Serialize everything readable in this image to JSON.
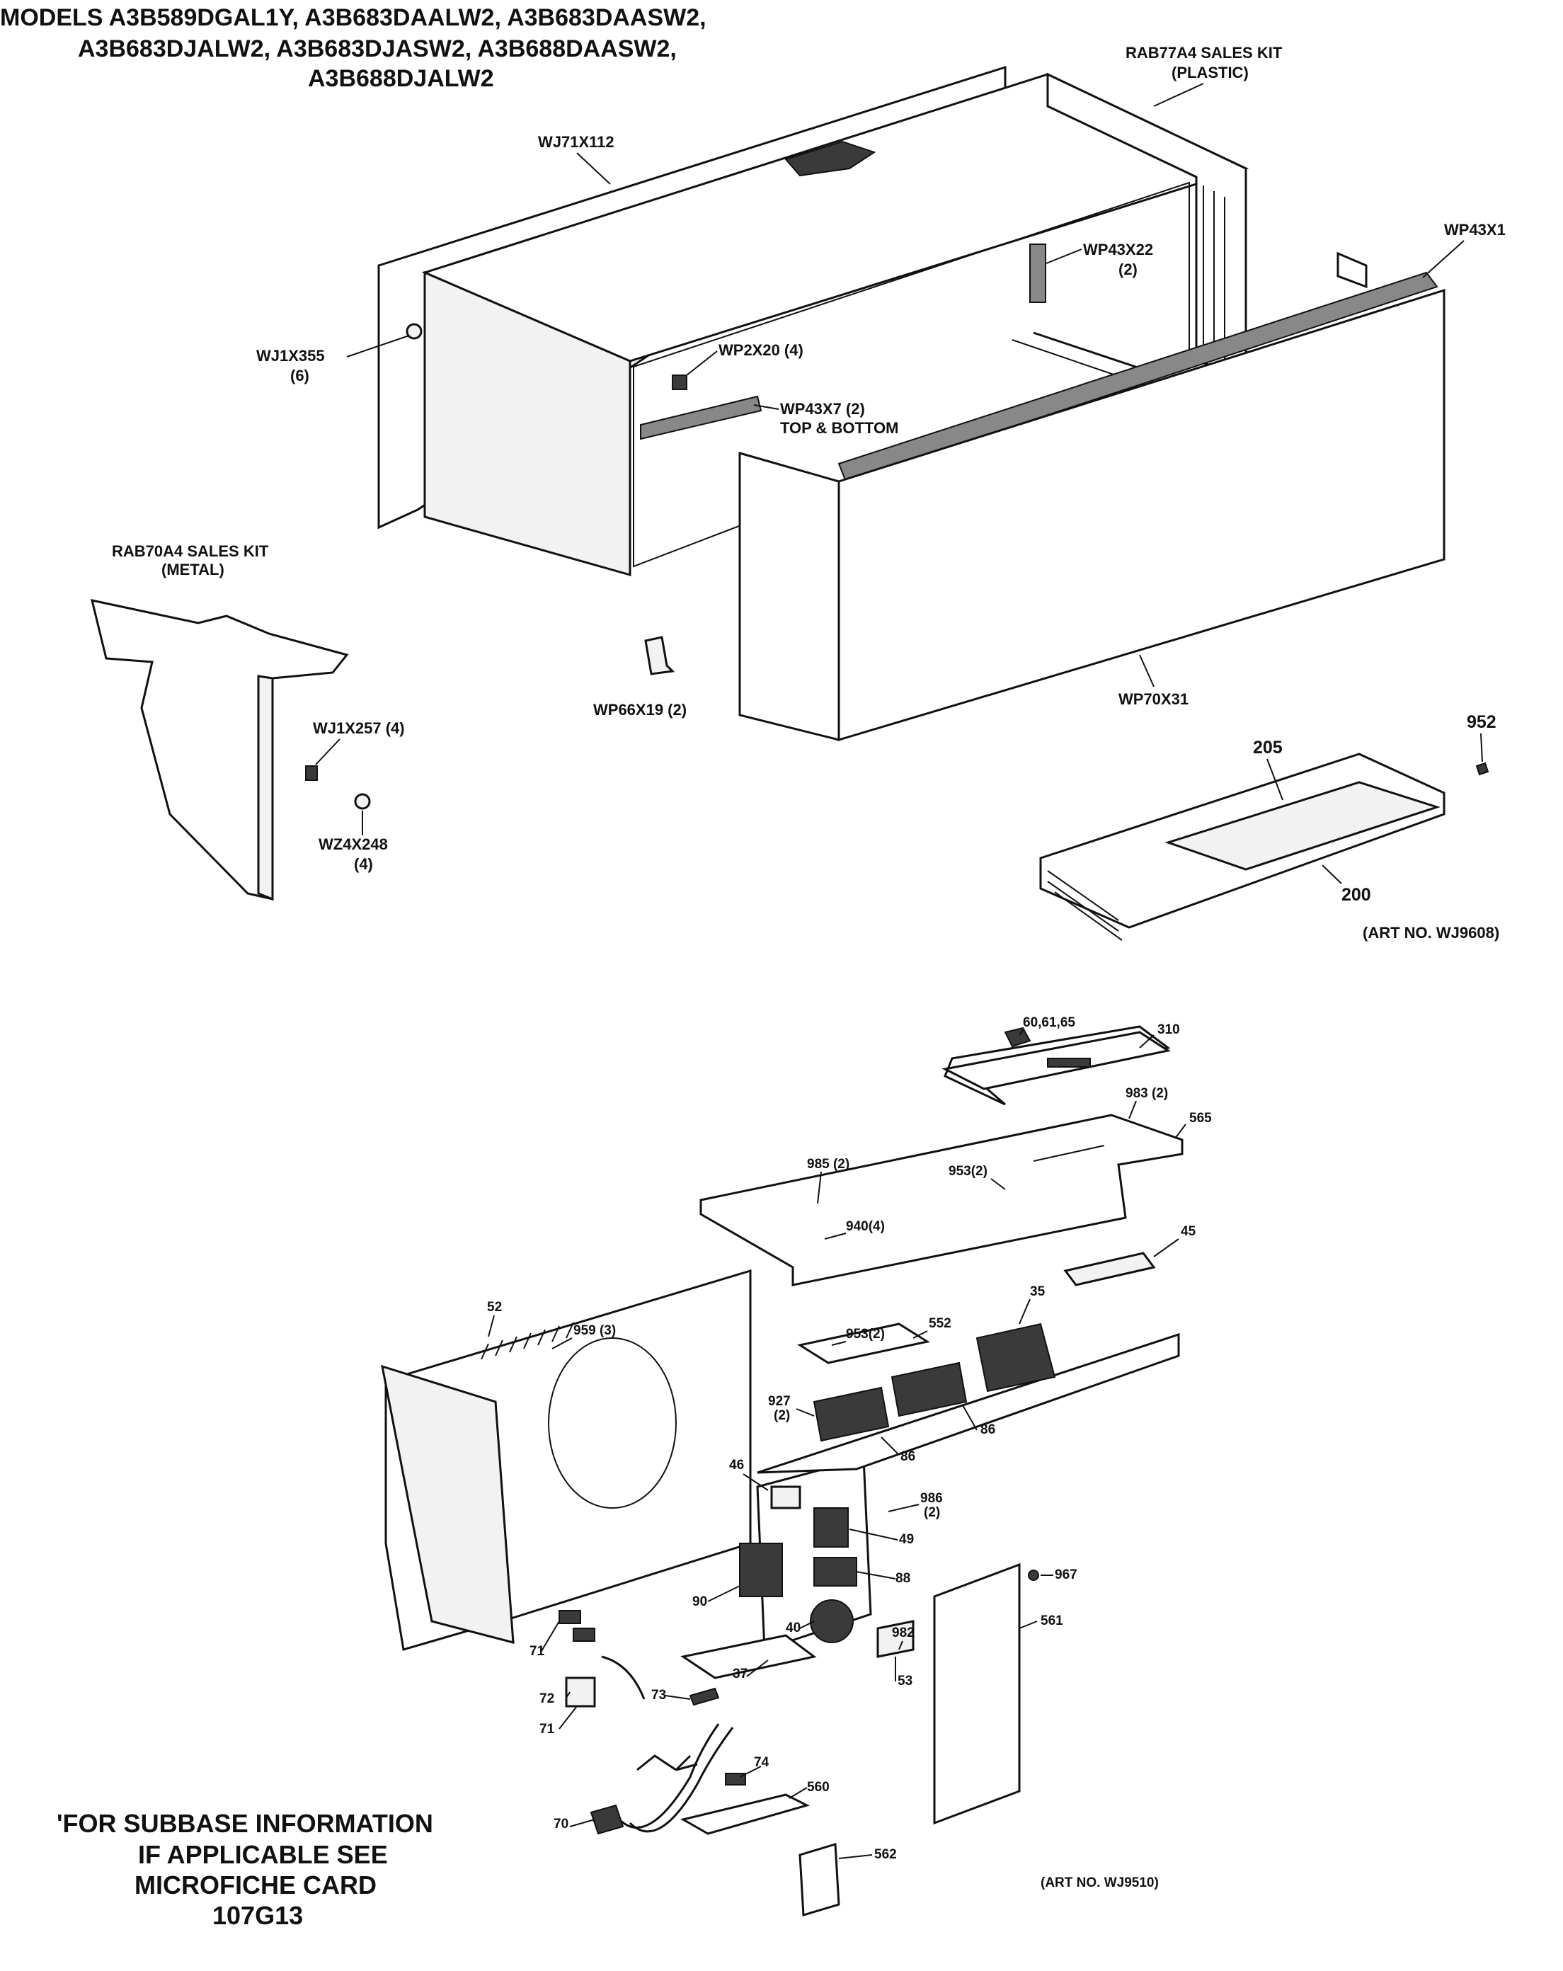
{
  "header": {
    "line1": "MODELS A3B589DGAL1Y, A3B683DAALW2, A3B683DAASW2,",
    "line2": "A3B683DJALW2, A3B683DJASW2, A3B688DAASW2,",
    "line3": "A3B688DJALW2"
  },
  "top_labels": {
    "rab77a4_line1": "RAB77A4 SALES KIT",
    "rab77a4_line2": "(PLASTIC)",
    "wj71x112": "WJ71X112",
    "wp43x22": "WP43X22",
    "wp43x22_qty": "(2)",
    "wp43x1": "WP43X1",
    "wj1x355": "WJ1X355",
    "wj1x355_qty": "(6)",
    "wp2x20": "WP2X20 (4)",
    "wp43x7": "WP43X7 (2)",
    "top_bottom": "TOP & BOTTOM",
    "rab70a4_line1": "RAB70A4 SALES KIT",
    "rab70a4_line2": "(METAL)",
    "wj1x257": "WJ1X257 (4)",
    "wz4x248": "WZ4X248",
    "wz4x248_qty": "(4)",
    "wp66x19": "WP66X19 (2)",
    "wp70x31": "WP70X31",
    "p952": "952",
    "p205": "205",
    "p200": "200",
    "art_no_top": "(ART NO. WJ9608)"
  },
  "bottom_labels": {
    "p60_61_65": "60,61,65",
    "p310": "310",
    "p983": "983 (2)",
    "p565": "565",
    "p985": "985 (2)",
    "p953a": "953(2)",
    "p940": "940(4)",
    "p45": "45",
    "p52": "52",
    "p959": "959 (3)",
    "p35": "35",
    "p953b": "953(2)",
    "p552": "552",
    "p927": "927",
    "p927_qty": "(2)",
    "p86a": "86",
    "p86b": "86",
    "p46": "46",
    "p986": "986",
    "p986_qty": "(2)",
    "p49": "49",
    "p967": "967",
    "p88": "88",
    "p90": "90",
    "p561": "561",
    "p40": "40",
    "p982": "982",
    "p37": "37",
    "p53": "53",
    "p71a": "71",
    "p73": "73",
    "p72": "72",
    "p71b": "71",
    "p74": "74",
    "p560": "560",
    "p70": "70",
    "p562": "562",
    "art_no_bottom": "(ART NO. WJ9510)"
  },
  "footnote": {
    "line1": "'FOR SUBBASE INFORMATION",
    "line2": "IF APPLICABLE SEE",
    "line3": "MICROFICHE CARD",
    "line4": "107G13"
  }
}
